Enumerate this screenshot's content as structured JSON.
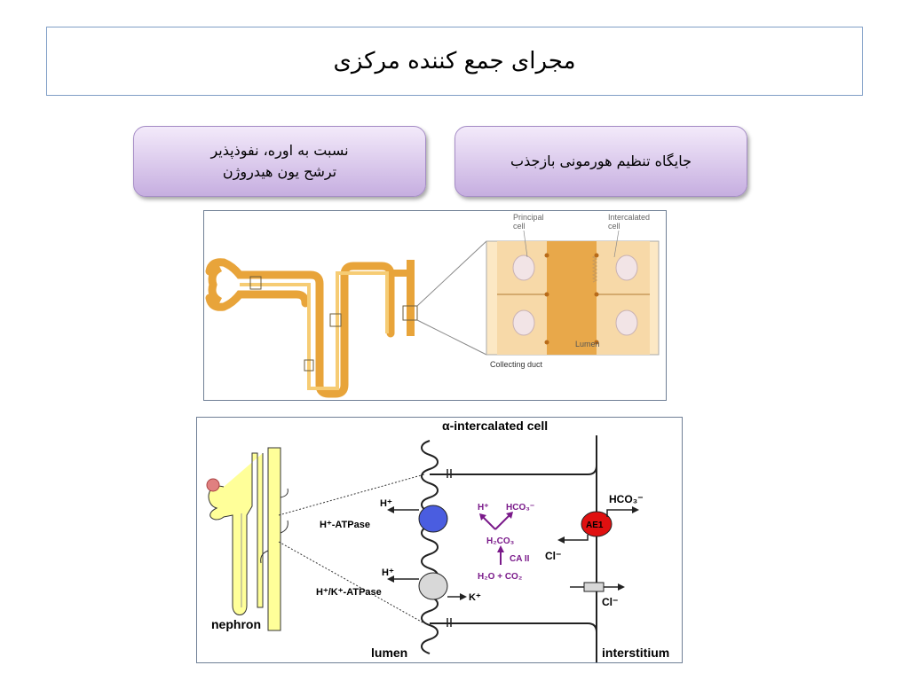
{
  "title": "مجرای جمع کننده مرکزی",
  "boxes": {
    "left": {
      "line1": "نسبت به اوره، نفوذپذیر",
      "line2": "ترشح یون هیدروژن"
    },
    "right": {
      "line1": "جایگاه تنظیم هورمونی بازجذب"
    }
  },
  "figure1": {
    "principal_cell": "Principal\ncell",
    "principal_l1": "Principal",
    "principal_l2": "cell",
    "intercalated_l1": "Intercalated",
    "intercalated_l2": "cell",
    "lumen": "Lumen",
    "collecting_duct": "Collecting duct"
  },
  "figure2": {
    "cell_title": "α-intercalated cell",
    "nephron": "nephron",
    "lumen": "lumen",
    "interstitium": "interstitium",
    "h_plus": "H⁺",
    "h_atpase": "H⁺-ATPase",
    "h_plus_2": "H⁺",
    "hk_atpase": "H⁺/K⁺-ATPase",
    "k_plus": "K⁺",
    "hco3_out": "HCO₃⁻",
    "ae1": "AE1",
    "cl_in": "Cl⁻",
    "cl_out": "Cl⁻",
    "rxn_h": "H⁺",
    "rxn_hco3": "HCO₃⁻",
    "rxn_h2co3": "H₂CO₃",
    "rxn_ca": "CA II",
    "rxn_h2o_co2": "H₂O + CO₂"
  },
  "colors": {
    "pill_bg": "#c6aee0",
    "title_border": "#7f9ec6",
    "tubule": "#f2b84a",
    "cell_fill": "#f7d9a8",
    "h_atpase": "#4a5de0",
    "hk_atpase": "#d8d8d8",
    "ae1": "#e01010",
    "reaction": "#7a1a8a"
  }
}
